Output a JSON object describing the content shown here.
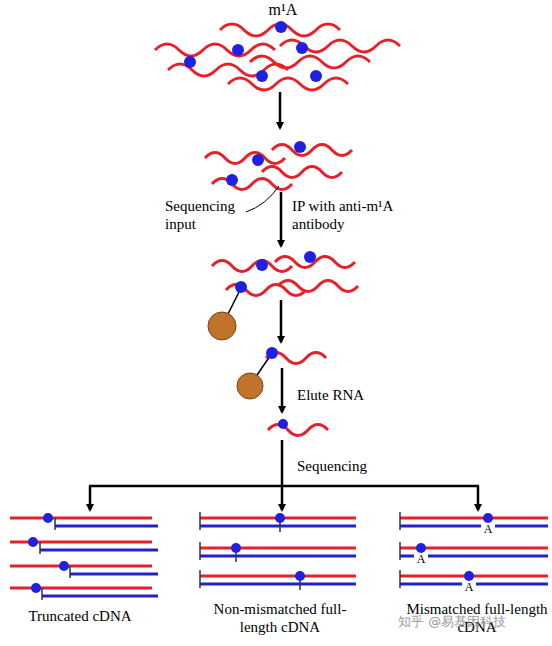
{
  "diagram": {
    "labels": [
      "m¹A",
      "Sequencing input",
      "IP with anti-m¹A antibody",
      "Elute RNA",
      "Sequencing",
      "A",
      "A",
      "A",
      "Truncated cDNA",
      "Non-mismatched full-length cDNA",
      "Mismatched full-length cDNA",
      "知乎 @易基因科技"
    ]
  }
}
